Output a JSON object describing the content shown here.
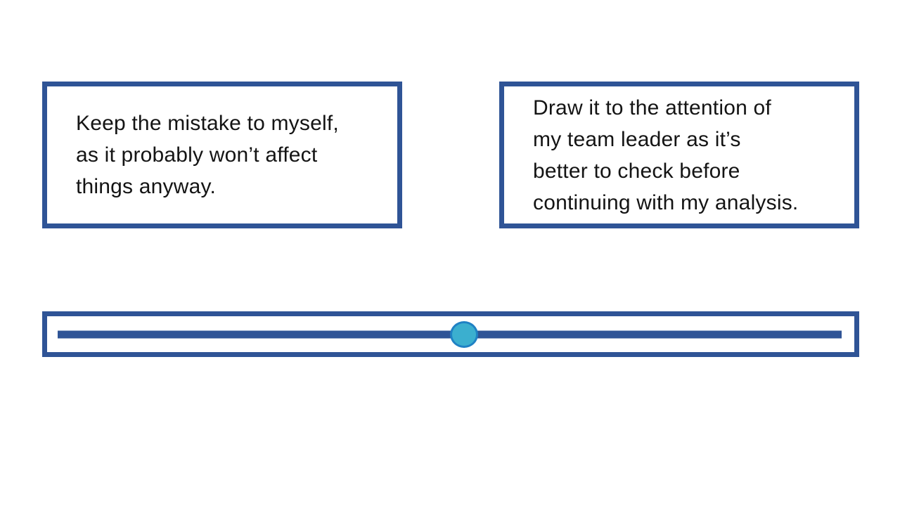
{
  "slide": {
    "background_color": "#ffffff",
    "accent_border_color": "#2F5496",
    "text_color": "#141414"
  },
  "options": [
    {
      "id": "keep-to-myself",
      "text": "Keep the mistake to myself, as it probably won’t affect things anyway.",
      "lines": [
        "Keep the mistake to myself,",
        "as it probably won’t affect",
        "things anyway."
      ]
    },
    {
      "id": "tell-team-leader",
      "text": "Draw it to the attention of my team leader as it’s better to check before continuing with my analysis.",
      "lines": [
        "Draw it to the attention of",
        "my team leader as it’s",
        "better to check before",
        "continuing with my analysis."
      ]
    }
  ],
  "slider": {
    "value_percent": 50,
    "track_color": "#2F5496",
    "handle_fill_color": "#3BAFCF",
    "handle_border_color": "#1F81C4"
  }
}
